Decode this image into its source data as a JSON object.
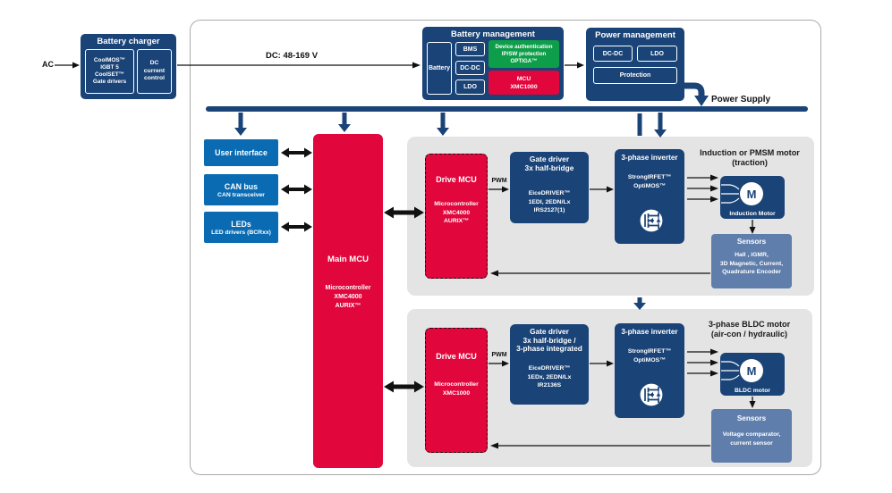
{
  "colors": {
    "navy": "#1A4377",
    "bright_blue": "#0A6BB3",
    "red": "#E1063C",
    "green": "#0E9E4A",
    "slate_blue": "#5F7EAC",
    "panel_gray": "#E4E4E4"
  },
  "labels": {
    "ac": "AC",
    "dc_link": "DC: 48-169 V",
    "power_supply": "Power Supply"
  },
  "battery_charger": {
    "title": "Battery charger",
    "semis": "CoolMOS™\nIGBT 5\nCoolSET™\nGate drivers",
    "control": "DC\ncurrent\ncontrol"
  },
  "battery_management": {
    "title": "Battery management",
    "battery": "Battery",
    "bms": "BMS",
    "dcdc": "DC-DC",
    "ldo": "LDO",
    "security": "Device authentication\nIP/SW protection\nOPTIGA™",
    "mcu": "MCU\nXMC1000"
  },
  "power_management": {
    "title": "Power management",
    "dcdc": "DC-DC",
    "ldo": "LDO",
    "protection": "Protection"
  },
  "peripherals": {
    "user_interface": "User interface",
    "can_title": "CAN bus",
    "can_sub": "CAN transceiver",
    "leds_title": "LEDs",
    "leds_sub": "LED drivers (BCRxx)"
  },
  "main_mcu": {
    "title": "Main MCU",
    "sub": "Microcontroller\nXMC4000\nAURIX™"
  },
  "traction": {
    "heading": "Induction or PMSM motor\n(traction)",
    "drive_mcu_title": "Drive MCU",
    "drive_mcu_sub": "Microcontroller\nXMC4000\nAURIX™",
    "pwm": "PWM",
    "gate_driver_title": "Gate driver\n3x half-bridge",
    "gate_driver_sub": "EiceDRIVER™\n1EDI, 2EDN/Lx\nIRS2127(1)",
    "inverter_title": "3-phase inverter",
    "inverter_sub": "StrongIRFET™\nOptiMOS™",
    "motor_m": "M",
    "motor_label": "Induction Motor",
    "sensors_title": "Sensors",
    "sensors_sub": "Hall , iGMR,\n3D Magnetic, Current,\nQuadrature Encoder"
  },
  "bldc": {
    "heading": "3-phase BLDC motor\n(air-con / hydraulic)",
    "drive_mcu_title": "Drive MCU",
    "drive_mcu_sub": "Microcontroller\nXMC1000",
    "pwm": "PWM",
    "gate_driver_title": "Gate driver\n3x half-bridge /\n3-phase integrated",
    "gate_driver_sub": "EiceDRIVER™\n1EDx, 2EDN/Lx\nIR2136S",
    "inverter_title": "3-phase inverter",
    "inverter_sub": "StrongIRFET™\nOptiMOS™",
    "motor_m": "M",
    "motor_label": "BLDC motor",
    "sensors_title": "Sensors",
    "sensors_sub": "Voltage comparator,\ncurrent sensor"
  }
}
